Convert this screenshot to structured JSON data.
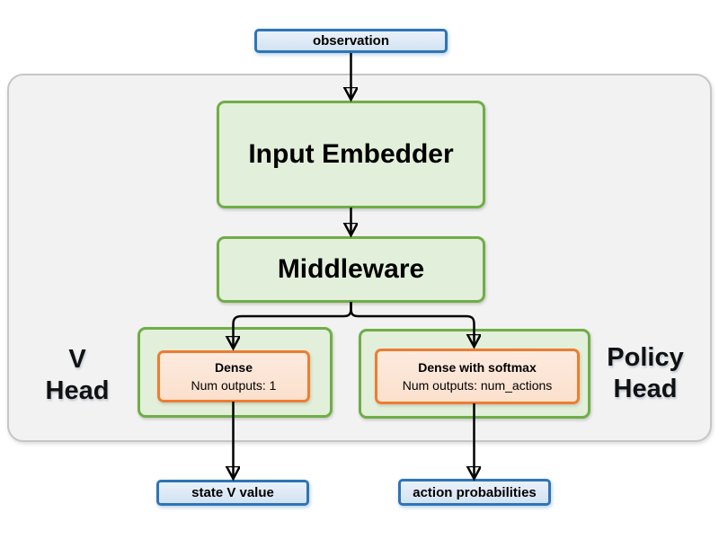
{
  "diagram": {
    "nodes": {
      "observation": {
        "label": "observation"
      },
      "input_embedder": {
        "label": "Input Embedder"
      },
      "middleware": {
        "label": "Middleware"
      },
      "v_head": {
        "line1": "V",
        "line2": "Head"
      },
      "v_dense": {
        "title": "Dense",
        "outputs": "Num outputs: 1"
      },
      "policy_head": {
        "line1": "Policy",
        "line2": "Head"
      },
      "policy_dense": {
        "title": "Dense with softmax",
        "outputs": "Num outputs: num_actions"
      },
      "state_v_value": {
        "label": "state V value"
      },
      "action_probabilities": {
        "label": "action probabilities"
      }
    },
    "colors": {
      "blue_border": "#2e75b6",
      "blue_fill": "#d9e7f5",
      "green_border": "#70ad47",
      "green_fill": "#e2efda",
      "orange_border": "#ed7d31",
      "orange_fill": "#fce4d6",
      "container_fill": "#f2f2f2",
      "container_border": "#c6c6c6",
      "arrow": "#000000"
    }
  }
}
